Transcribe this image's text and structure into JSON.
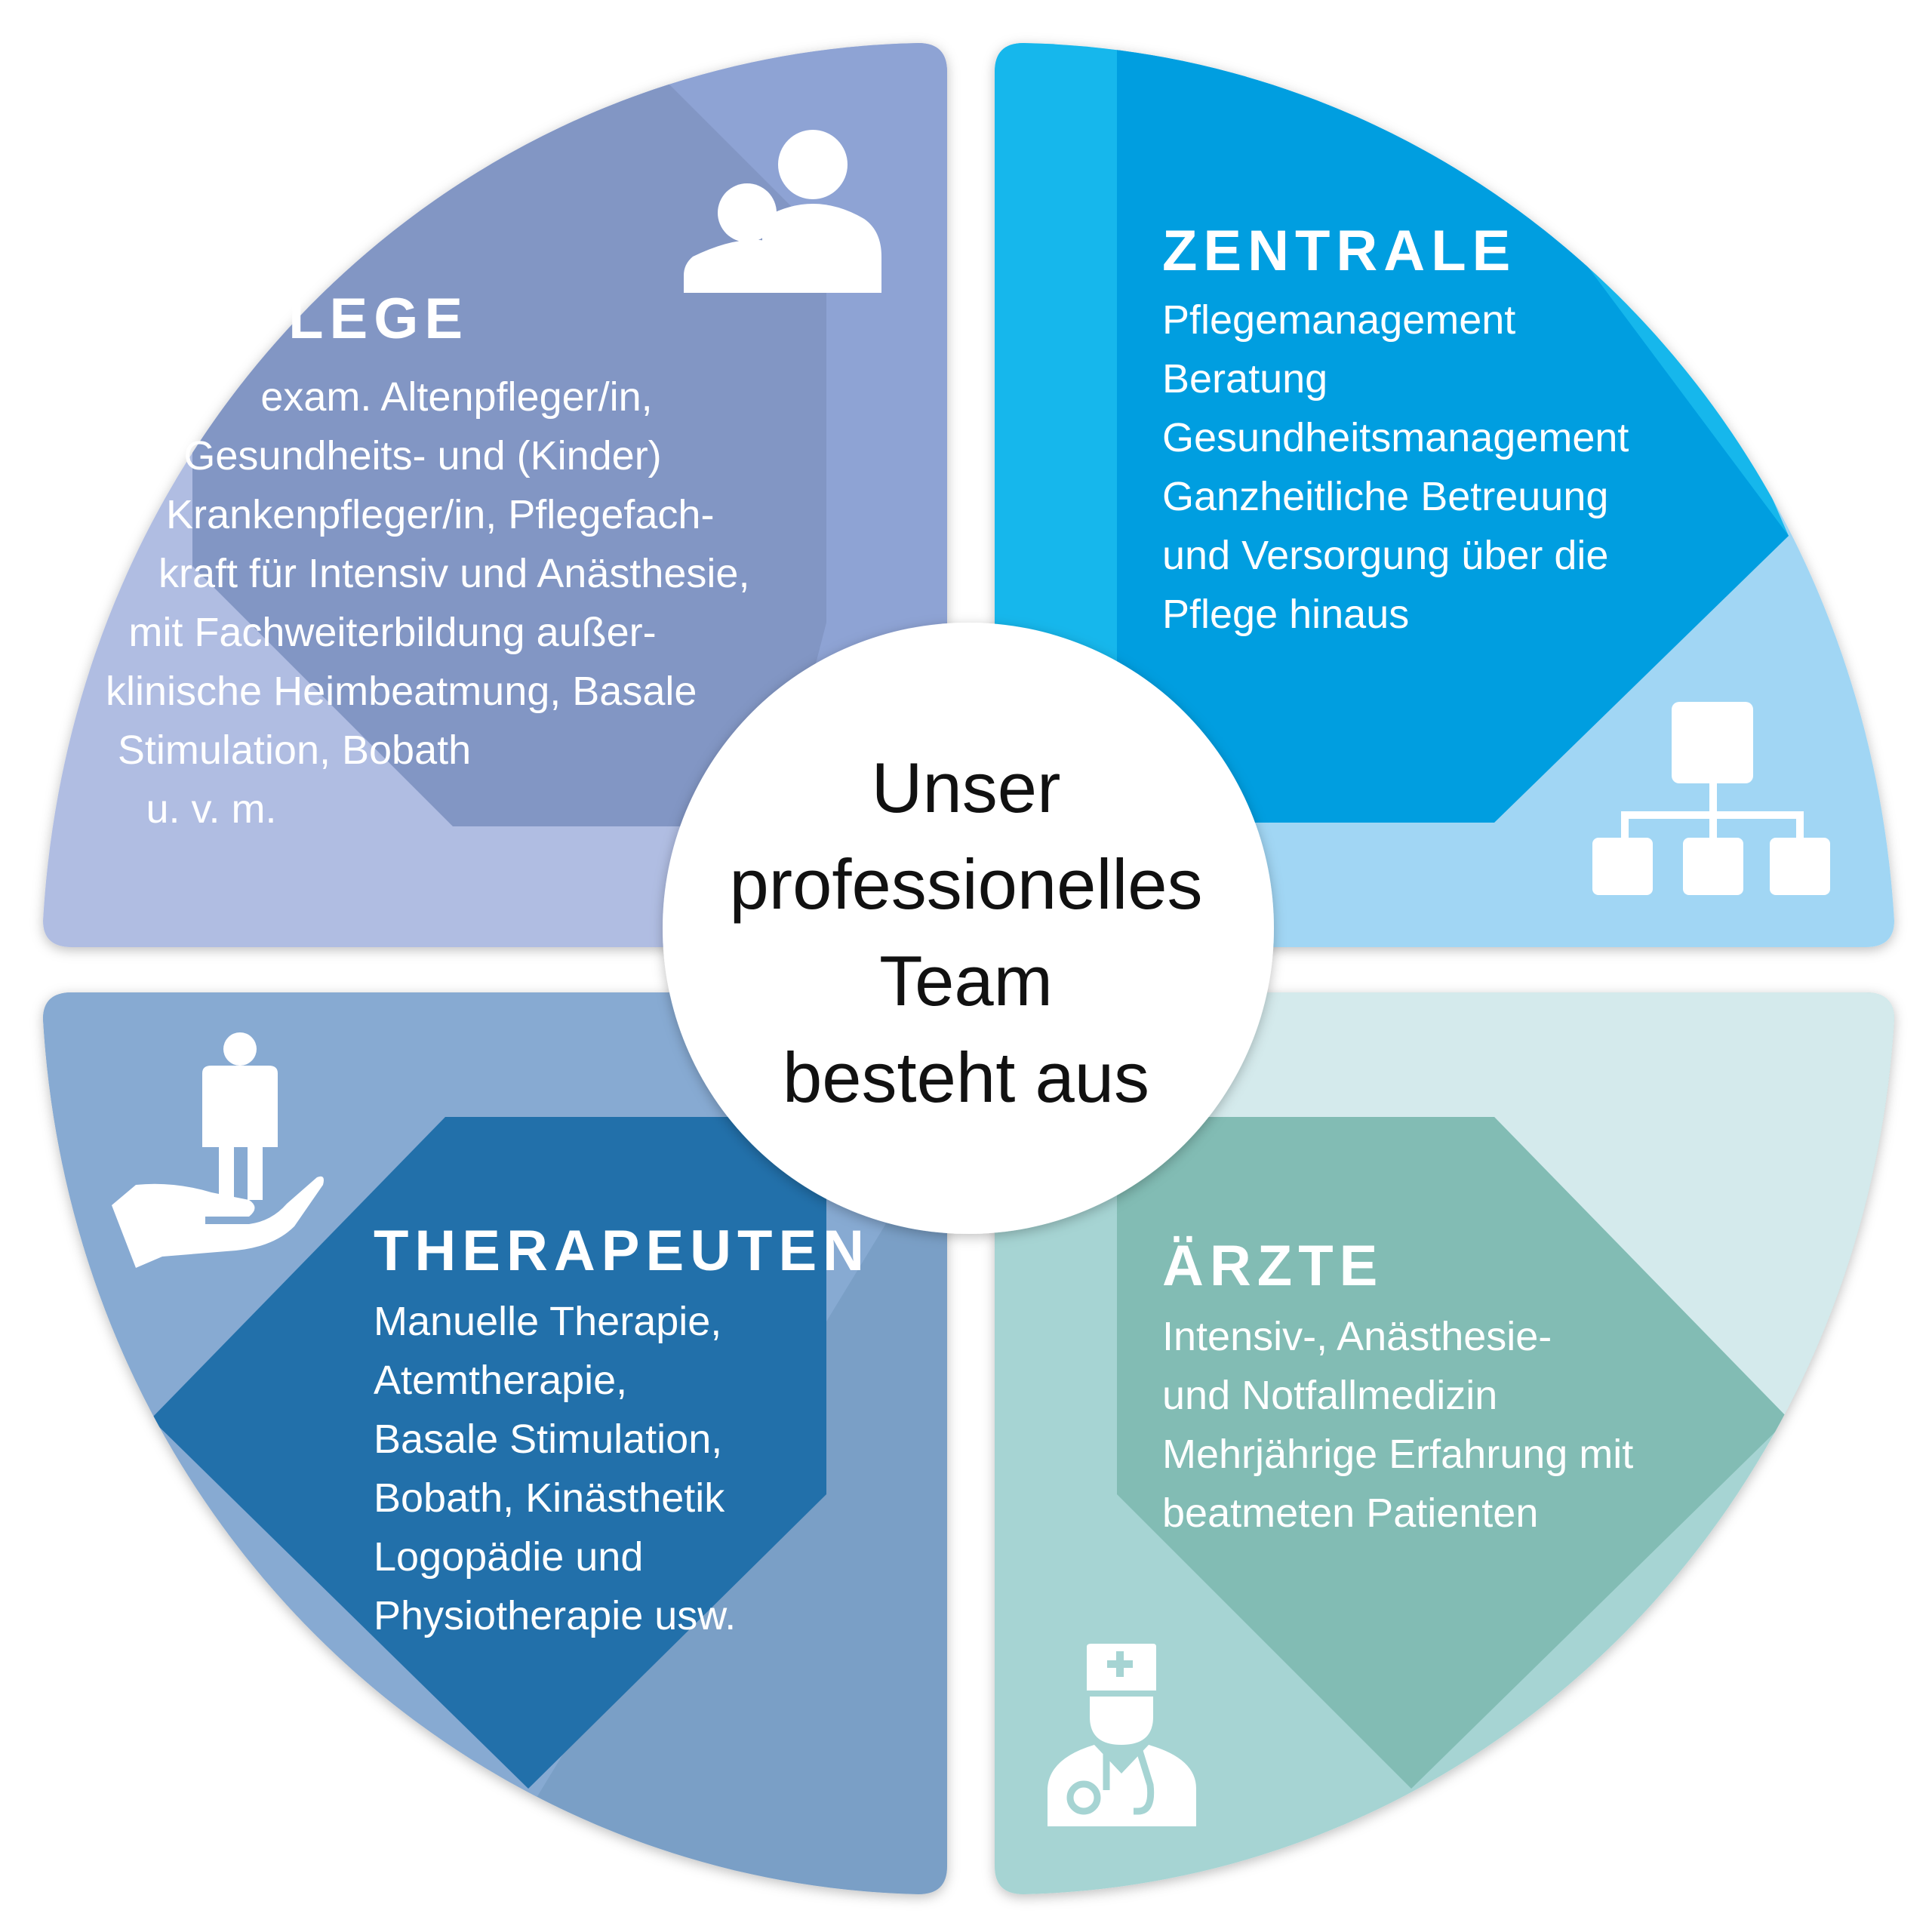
{
  "center": {
    "lines": [
      "Unser",
      "professionelles",
      "Team",
      "besteht aus"
    ]
  },
  "quadrants": {
    "pflege": {
      "title": "PFLEGE",
      "icon": "people-icon",
      "lines": [
        "exam. Altenpfleger/in,",
        "Gesundheits-  und (Kinder)",
        "Krankenpfleger/in, Pflegefach-",
        "kraft für Intensiv und Anästhesie,",
        "mit Fachweiterbildung außer-",
        "klinische Heimbeatmung, Basale",
        "Stimulation, Bobath",
        "u. v. m."
      ],
      "colors": {
        "base": "#b0bde2",
        "band": "#8ea3d4",
        "octagon": "#8296c4"
      }
    },
    "zentrale": {
      "title": "ZENTRALE",
      "icon": "org-chart-icon",
      "lines": [
        "Pflegemanagement",
        "Beratung",
        "Gesundheitsmanagement",
        "Ganzheitliche Betreuung",
        "und Versorgung über die",
        "Pflege hinaus"
      ],
      "colors": {
        "base": "#a1d6f4",
        "band": "#12b7ec",
        "octagon": "#009ee0"
      }
    },
    "therapeuten": {
      "title": "THERAPEUTEN",
      "icon": "hand-holding-person-icon",
      "lines": [
        "Manuelle Therapie,",
        "Atemtherapie,",
        "Basale Stimulation,",
        "Bobath, Kinästhetik",
        "Logopädie und",
        "Physiotherapie usw."
      ],
      "colors": {
        "base": "#7a9fc6",
        "band": "#87aad2",
        "octagon": "#2470aa"
      }
    },
    "aerzte": {
      "title": "ÄRZTE",
      "icon": "doctor-icon",
      "lines": [
        "Intensiv-, Anästhesie-",
        "und Notfallmedizin",
        "Mehrjährige Erfahrung mit",
        "beatmeten Patienten"
      ],
      "colors": {
        "base": "#a6d4d3",
        "band": "#d4eaec",
        "octagon": "#82bcb4"
      }
    }
  }
}
